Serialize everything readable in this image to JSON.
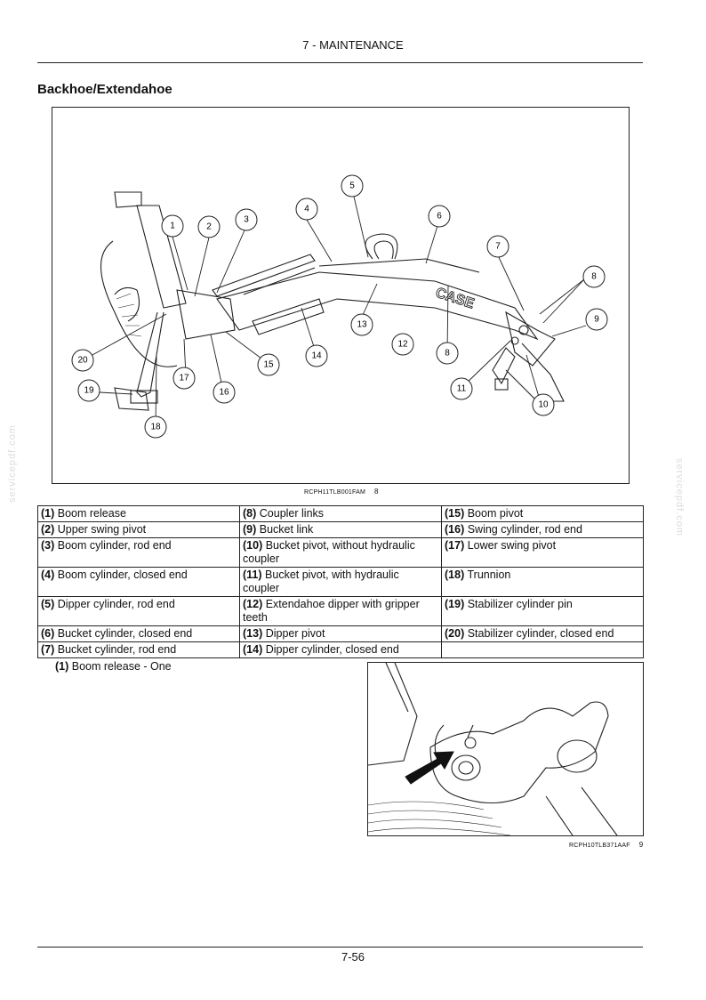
{
  "header": {
    "title": "7 - MAINTENANCE"
  },
  "section": {
    "title": "Backhoe/Extendahoe"
  },
  "figure1": {
    "caption_code": "RCPH11TLB001FAM",
    "caption_number": "8",
    "callouts": [
      "1",
      "2",
      "3",
      "4",
      "5",
      "6",
      "7",
      "8",
      "9",
      "10",
      "11",
      "12",
      "13",
      "14",
      "15",
      "16",
      "17",
      "18",
      "19",
      "20",
      "8"
    ]
  },
  "legend": [
    [
      {
        "n": "(1)",
        "t": "Boom release"
      },
      {
        "n": "(8)",
        "t": "Coupler links"
      },
      {
        "n": "(15)",
        "t": "Boom pivot"
      }
    ],
    [
      {
        "n": "(2)",
        "t": "Upper swing pivot"
      },
      {
        "n": "(9)",
        "t": "Bucket link"
      },
      {
        "n": "(16)",
        "t": "Swing cylinder, rod end"
      }
    ],
    [
      {
        "n": "(3)",
        "t": "Boom cylinder, rod end"
      },
      {
        "n": "(10)",
        "t": "Bucket pivot, without hydraulic coupler"
      },
      {
        "n": "(17)",
        "t": "Lower swing pivot"
      }
    ],
    [
      {
        "n": "(4)",
        "t": "Boom cylinder, closed end"
      },
      {
        "n": "(11)",
        "t": "Bucket pivot, with hydraulic coupler"
      },
      {
        "n": "(18)",
        "t": "Trunnion"
      }
    ],
    [
      {
        "n": "(5)",
        "t": "Dipper cylinder, rod end"
      },
      {
        "n": "(12)",
        "t": "Extendahoe dipper with gripper teeth"
      },
      {
        "n": "(19)",
        "t": "Stabilizer cylinder pin"
      }
    ],
    [
      {
        "n": "(6)",
        "t": "Bucket cylinder, closed end"
      },
      {
        "n": "(13)",
        "t": "Dipper pivot"
      },
      {
        "n": "(20)",
        "t": "Stabilizer cylinder, closed end"
      }
    ],
    [
      {
        "n": "(7)",
        "t": "Bucket cylinder, rod end"
      },
      {
        "n": "(14)",
        "t": "Dipper cylinder, closed end"
      },
      {
        "n": "",
        "t": ""
      }
    ]
  ],
  "note": {
    "num": "(1)",
    "text": "Boom release - One"
  },
  "figure2": {
    "caption_code": "RCPH10TLB371AAF",
    "caption_number": "9"
  },
  "footer": {
    "page": "7-56"
  },
  "watermark": {
    "text": "servicepdf.com"
  }
}
